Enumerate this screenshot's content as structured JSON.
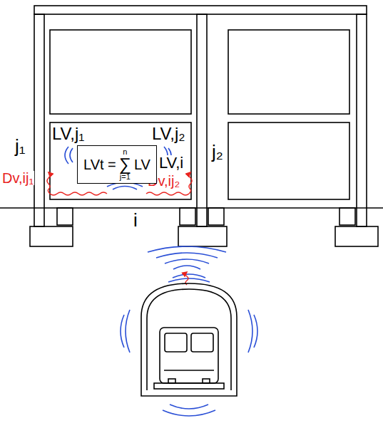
{
  "diagram": {
    "nodes": [
      {
        "text": [
          "LVt =",
          "n",
          "∑",
          "j=1",
          "LV"
        ]
      }
    ],
    "labels": [
      "j₁",
      "LV,j₁",
      "LV,j₂",
      "j₂",
      "LV,i",
      "Dv,ij₁",
      "Dv,ij₂",
      "i"
    ]
  }
}
